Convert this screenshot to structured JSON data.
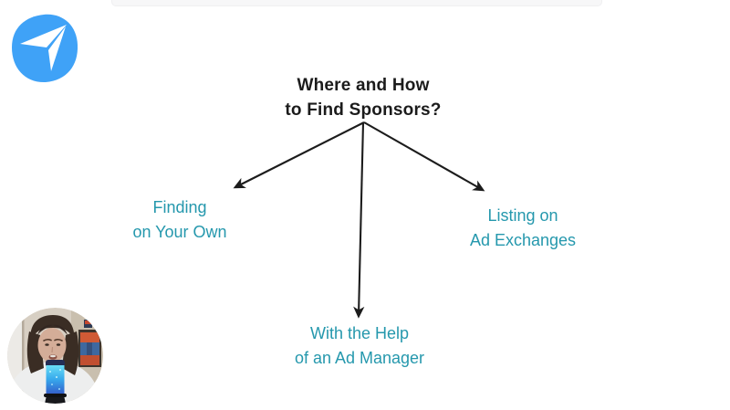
{
  "title": {
    "line1": "Where and How",
    "line2": "to Find Sponsors?"
  },
  "branches": {
    "left": {
      "line1": "Finding",
      "line2": "on Your Own"
    },
    "right": {
      "line1": "Listing on",
      "line2": "Ad Exchanges"
    },
    "bottom": {
      "line1": "With the Help",
      "line2": "of an Ad Manager"
    }
  },
  "icons": {
    "logo": "paper-plane-icon",
    "webcam": "presenter-webcam"
  },
  "colors": {
    "title_text": "#1b1b1b",
    "branch_text": "#2598ad",
    "arrow": "#1c1c1c",
    "logo_blue": "#3fa2f7"
  }
}
